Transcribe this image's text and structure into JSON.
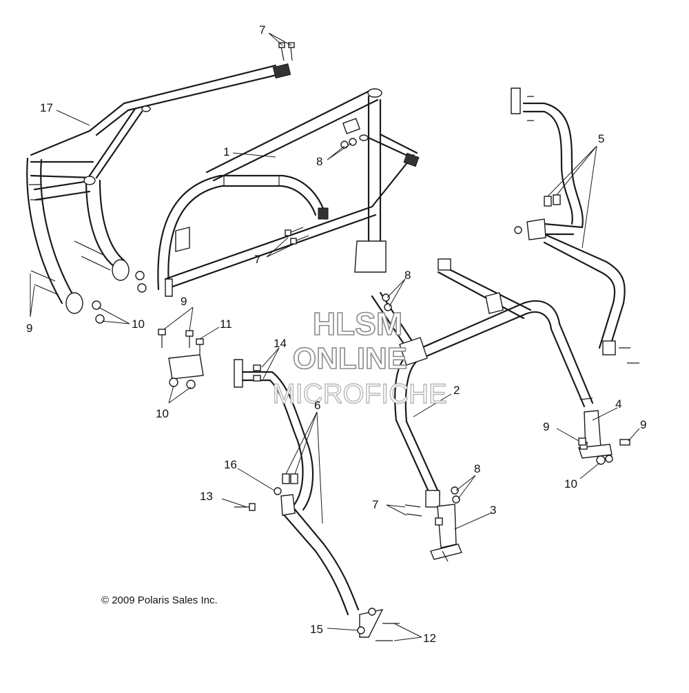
{
  "callouts": [
    {
      "id": "c-7-top",
      "label": "7"
    },
    {
      "id": "c-17",
      "label": "17"
    },
    {
      "id": "c-1",
      "label": "1"
    },
    {
      "id": "c-8-top",
      "label": "8"
    },
    {
      "id": "c-5",
      "label": "5"
    },
    {
      "id": "c-7-mid",
      "label": "7"
    },
    {
      "id": "c-8-mid",
      "label": "8"
    },
    {
      "id": "c-9-left",
      "label": "9"
    },
    {
      "id": "c-10-left",
      "label": "10"
    },
    {
      "id": "c-9-center",
      "label": "9"
    },
    {
      "id": "c-11",
      "label": "11"
    },
    {
      "id": "c-10-center",
      "label": "10"
    },
    {
      "id": "c-14",
      "label": "14"
    },
    {
      "id": "c-6",
      "label": "6"
    },
    {
      "id": "c-2",
      "label": "2"
    },
    {
      "id": "c-4",
      "label": "4"
    },
    {
      "id": "c-9-right-a",
      "label": "9"
    },
    {
      "id": "c-9-right-b",
      "label": "9"
    },
    {
      "id": "c-10-right",
      "label": "10"
    },
    {
      "id": "c-16",
      "label": "16"
    },
    {
      "id": "c-13",
      "label": "13"
    },
    {
      "id": "c-8-low",
      "label": "8"
    },
    {
      "id": "c-7-low",
      "label": "7"
    },
    {
      "id": "c-3",
      "label": "3"
    },
    {
      "id": "c-15",
      "label": "15"
    },
    {
      "id": "c-12",
      "label": "12"
    }
  ],
  "copyright": "© 2009 Polaris Sales Inc.",
  "watermark": {
    "line1": "HLSM",
    "line2": "ONLINE",
    "line3": "MICROFICHE"
  }
}
